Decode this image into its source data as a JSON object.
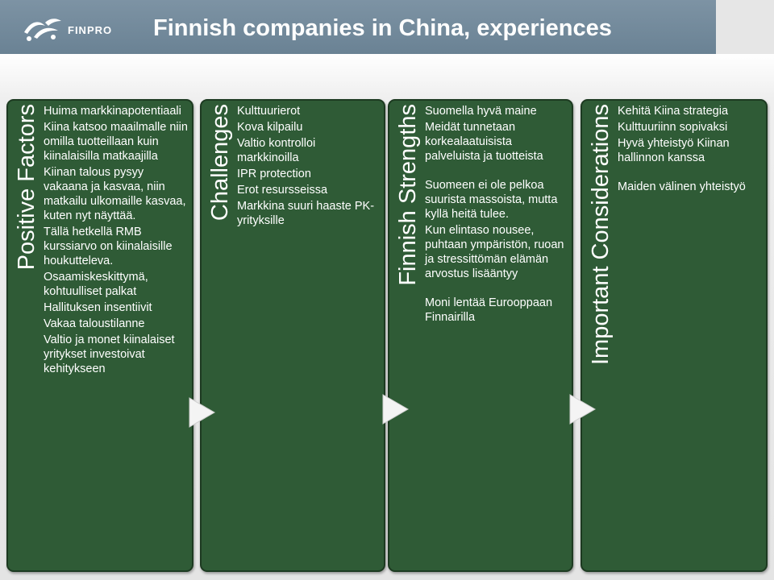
{
  "header": {
    "logo_text": "FINPRO",
    "title": "Finnish companies in China, experiences"
  },
  "columns": [
    {
      "heading": "Positive Factors",
      "items": [
        "Huima markkinapotentiaali",
        "Kiina katsoo maailmalle niin omilla tuotteillaan kuin kiinalaisilla matkaajilla",
        "Kiinan talous pysyy vakaana ja kasvaa, niin matkailu ulkomaille kasvaa, kuten nyt näyttää.",
        "Tällä hetkellä RMB kurssiarvo on kiinalaisille houkutteleva.",
        "Osaamiskeskittymä, kohtuulliset palkat",
        "Hallituksen insentiivit",
        "Vakaa taloustilanne",
        "Valtio ja monet kiinalaiset yritykset investoivat kehitykseen"
      ]
    },
    {
      "heading": "Challenges",
      "items": [
        "Kulttuurierot",
        "Kova kilpailu",
        "Valtio kontrolloi markkinoilla",
        "IPR protection",
        "Erot resursseissa",
        "Markkina suuri haaste PK-yrityksille"
      ]
    },
    {
      "heading": "Finnish Strengths",
      "items": [
        "Suomella hyvä maine",
        "Meidät tunnetaan korkealaatuisista palveluista ja tuotteista",
        "",
        "Suomeen ei ole pelkoa suurista massoista, mutta kyllä heitä tulee.",
        "Kun elintaso nousee, puhtaan ympäristön, ruoan ja stressittömän elämän arvostus lisääntyy",
        "",
        "Moni lentää Eurooppaan Finnairilla"
      ]
    },
    {
      "heading": "Important Considerations",
      "items": [
        "Kehitä Kiina strategia",
        "Kulttuuriinn sopivaksi",
        "Hyvä yhteistyö Kiinan hallinnon kanssa",
        "",
        "Maiden välinen yhteistyö"
      ]
    }
  ],
  "colors": {
    "panel": "#2f5b36",
    "header": "#748b9c"
  },
  "icons": [
    "finpro-logo-icon",
    "arrow-right-icon"
  ]
}
